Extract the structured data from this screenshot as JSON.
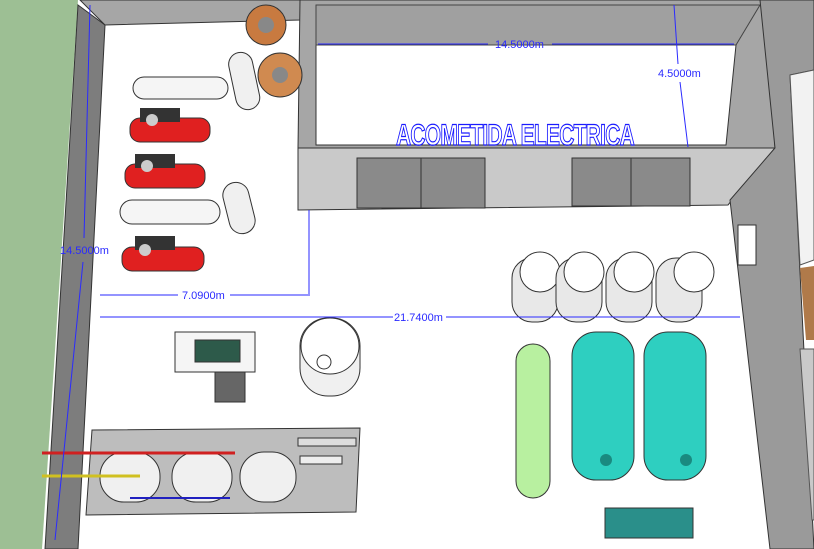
{
  "labels": {
    "room_title": "ACOMETIDA ELECTRICA"
  },
  "dimensions": {
    "room_width": "14.5000m",
    "room_depth": "4.5000m",
    "hall_length": "14.5000m",
    "compressor_area_width": "7.0900m",
    "total_width": "21.7400m"
  },
  "colors": {
    "dimension_line": "#2a2aff",
    "wall": "#a6a6a6",
    "compressor": "#e02020",
    "tank_teal": "#2ecfc0",
    "tank_green": "#b8f0a0",
    "grass": "#9dbf94"
  }
}
